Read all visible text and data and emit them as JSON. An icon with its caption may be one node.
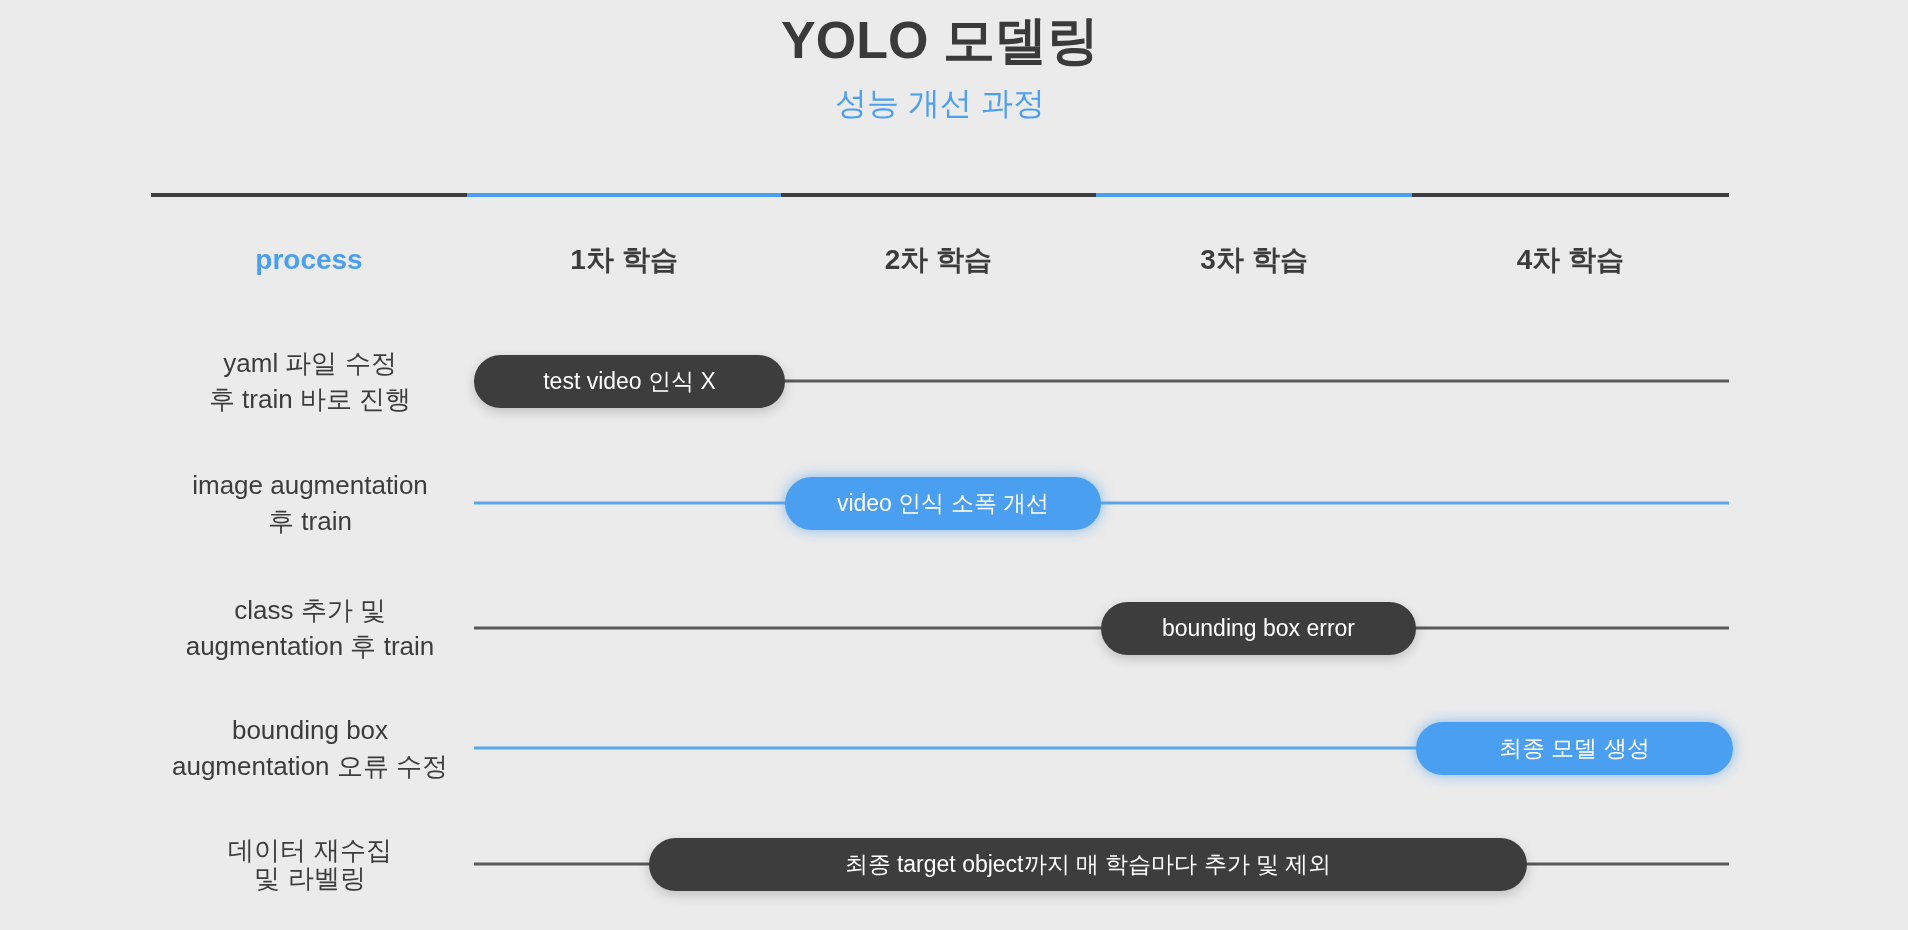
{
  "diagram": {
    "title": "YOLO 모델링",
    "nodes": [
      {
        "text": [
          "test video 인식 X"
        ]
      },
      {
        "text": [
          "video 인식 소폭 개선"
        ]
      },
      {
        "text": [
          "bounding box error"
        ]
      },
      {
        "text": [
          "최종 모델 생성"
        ]
      },
      {
        "text": [
          "최종 target object까지 매 학습마다 추가 및 제외"
        ]
      }
    ],
    "labels": [
      "성능 개선 과정",
      "process",
      "1차 학습",
      "2차 학습",
      "3차 학습",
      "4차 학습",
      "yaml 파일 수정 후 train 바로 진행",
      "image augmentation 후 train",
      "class 추가 및 augmentation 후 train",
      "bounding box augmentation 오류 수정",
      "데이터 재수집 및 라벨링"
    ]
  }
}
